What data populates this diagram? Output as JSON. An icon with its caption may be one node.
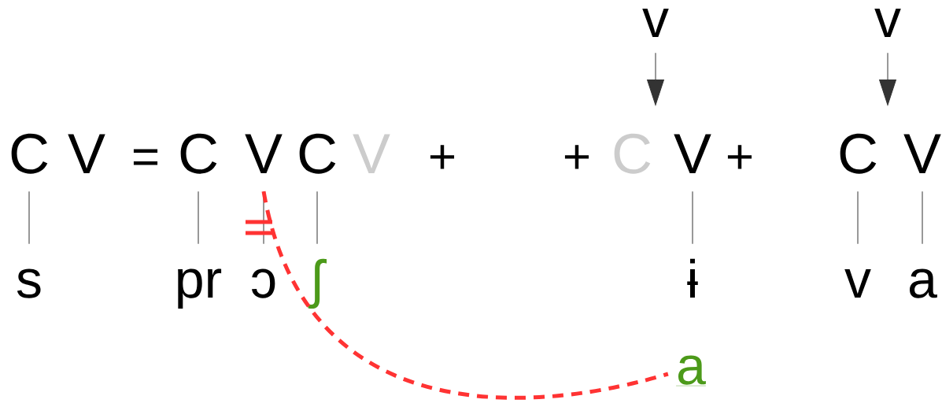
{
  "diagram": {
    "nodes": [
      {
        "text": [
          "v"
        ]
      },
      {
        "text": [
          "v"
        ]
      },
      {
        "text": [
          "C"
        ]
      },
      {
        "text": [
          "V"
        ]
      },
      {
        "text": [
          "C"
        ]
      },
      {
        "text": [
          "V"
        ]
      },
      {
        "text": [
          "C"
        ]
      },
      {
        "text": [
          "V"
        ]
      },
      {
        "text": [
          "C"
        ]
      },
      {
        "text": [
          "V"
        ]
      },
      {
        "text": [
          "C"
        ]
      },
      {
        "text": [
          "V"
        ]
      },
      {
        "text": [
          "s"
        ]
      },
      {
        "text": [
          "pr"
        ]
      },
      {
        "text": [
          "ɔ"
        ]
      },
      {
        "text": [
          "ʃ"
        ]
      },
      {
        "text": [
          "ɨ"
        ]
      },
      {
        "text": [
          "v"
        ]
      },
      {
        "text": [
          "a"
        ]
      },
      {
        "text": [
          "a"
        ]
      }
    ],
    "edges": [
      {
        "from": 0,
        "to": null,
        "arrow": "to"
      },
      {
        "from": 1,
        "to": null,
        "arrow": "to"
      },
      {
        "from": 2,
        "to": 12,
        "arrow": "none"
      },
      {
        "from": 4,
        "to": 13,
        "arrow": "none"
      },
      {
        "from": 5,
        "to": 14,
        "arrow": "none"
      },
      {
        "from": 6,
        "to": 15,
        "arrow": "none"
      },
      {
        "from": 9,
        "to": 16,
        "arrow": "none"
      },
      {
        "from": 10,
        "to": 17,
        "arrow": "none"
      },
      {
        "from": 11,
        "to": 18,
        "arrow": "none"
      },
      {
        "from": 5,
        "to": 19,
        "arrow": "none",
        "style": "dashed",
        "color": "#ff3333"
      }
    ],
    "labels": [
      "=",
      "+",
      "+",
      "+"
    ]
  }
}
